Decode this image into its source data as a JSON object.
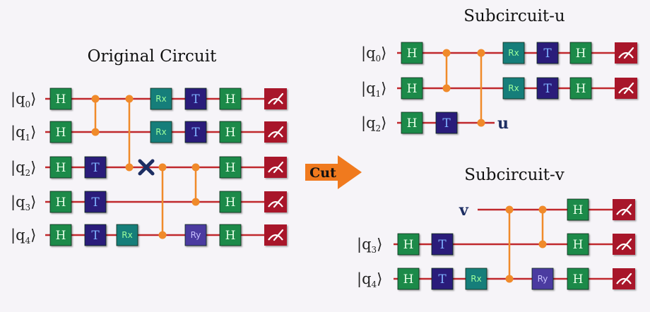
{
  "colors": {
    "wire": "#c0282d",
    "control": "#f08a2a",
    "H": "#1c8a4a",
    "T": "#2a1f7a",
    "Rx": "#167e7a",
    "Ry": "#4b3aa0",
    "measure": "#a8172c",
    "cut_arrow": "#f07a1e",
    "cut_mark": "#1d2e63"
  },
  "titles": {
    "original": "Original Circuit",
    "sub_u": "Subcircuit-u",
    "sub_v": "Subcircuit-v"
  },
  "arrow": {
    "label": "Cut"
  },
  "gate_labels": {
    "H": "H",
    "T": "T",
    "Rx": "Rx",
    "Ry": "Ry"
  },
  "circuits": [
    {
      "id": "original",
      "qubits": [
        "q0",
        "q1",
        "q2",
        "q3",
        "q4"
      ],
      "qubit_labels": [
        {
          "base": "q",
          "index": "0"
        },
        {
          "base": "q",
          "index": "1"
        },
        {
          "base": "q",
          "index": "2"
        },
        {
          "base": "q",
          "index": "3"
        },
        {
          "base": "q",
          "index": "4"
        }
      ],
      "gates": [
        {
          "type": "H",
          "qubit": 0,
          "col": 0
        },
        {
          "type": "H",
          "qubit": 1,
          "col": 0
        },
        {
          "type": "H",
          "qubit": 2,
          "col": 0
        },
        {
          "type": "H",
          "qubit": 3,
          "col": 0
        },
        {
          "type": "H",
          "qubit": 4,
          "col": 0
        },
        {
          "type": "T",
          "qubit": 2,
          "col": 1
        },
        {
          "type": "T",
          "qubit": 3,
          "col": 1
        },
        {
          "type": "T",
          "qubit": 4,
          "col": 1
        },
        {
          "type": "Rx",
          "qubit": 4,
          "col": 2
        },
        {
          "type": "CZ",
          "qubits": [
            0,
            1
          ],
          "col": 1
        },
        {
          "type": "CZ",
          "qubits": [
            0,
            2
          ],
          "col": 2
        },
        {
          "type": "Rx",
          "qubit": 0,
          "col": 3
        },
        {
          "type": "Rx",
          "qubit": 1,
          "col": 3
        },
        {
          "type": "CUT",
          "qubit": 2,
          "col": 3
        },
        {
          "type": "CZ",
          "qubits": [
            2,
            4
          ],
          "col": 4
        },
        {
          "type": "T",
          "qubit": 0,
          "col": 4
        },
        {
          "type": "T",
          "qubit": 1,
          "col": 4
        },
        {
          "type": "CZ",
          "qubits": [
            2,
            3
          ],
          "col": 5
        },
        {
          "type": "Ry",
          "qubit": 4,
          "col": 5
        },
        {
          "type": "H",
          "qubit": 0,
          "col": 6
        },
        {
          "type": "H",
          "qubit": 1,
          "col": 6
        },
        {
          "type": "H",
          "qubit": 2,
          "col": 6
        },
        {
          "type": "H",
          "qubit": 3,
          "col": 6
        },
        {
          "type": "H",
          "qubit": 4,
          "col": 6
        },
        {
          "type": "M",
          "qubit": 0,
          "col": 7
        },
        {
          "type": "M",
          "qubit": 1,
          "col": 7
        },
        {
          "type": "M",
          "qubit": 2,
          "col": 7
        },
        {
          "type": "M",
          "qubit": 3,
          "col": 7
        },
        {
          "type": "M",
          "qubit": 4,
          "col": 7
        }
      ]
    },
    {
      "id": "sub_u",
      "qubits": [
        "q0",
        "q1",
        "q2"
      ],
      "qubit_labels": [
        {
          "base": "q",
          "index": "0"
        },
        {
          "base": "q",
          "index": "1"
        },
        {
          "base": "q",
          "index": "2"
        }
      ],
      "wire_end_label": {
        "qubit": 2,
        "text": "u"
      },
      "gates": [
        {
          "type": "H",
          "qubit": 0,
          "col": 0
        },
        {
          "type": "H",
          "qubit": 1,
          "col": 0
        },
        {
          "type": "H",
          "qubit": 2,
          "col": 0
        },
        {
          "type": "T",
          "qubit": 2,
          "col": 1
        },
        {
          "type": "CZ",
          "qubits": [
            0,
            1
          ],
          "col": 1
        },
        {
          "type": "CZ",
          "qubits": [
            0,
            2
          ],
          "col": 2
        },
        {
          "type": "Rx",
          "qubit": 0,
          "col": 3
        },
        {
          "type": "Rx",
          "qubit": 1,
          "col": 3
        },
        {
          "type": "T",
          "qubit": 0,
          "col": 4
        },
        {
          "type": "T",
          "qubit": 1,
          "col": 4
        },
        {
          "type": "H",
          "qubit": 0,
          "col": 5
        },
        {
          "type": "H",
          "qubit": 1,
          "col": 5
        },
        {
          "type": "M",
          "qubit": 0,
          "col": 6
        },
        {
          "type": "M",
          "qubit": 1,
          "col": 6
        }
      ]
    },
    {
      "id": "sub_v",
      "qubits": [
        "v",
        "q3",
        "q4"
      ],
      "qubit_labels": [
        {
          "base": "",
          "index": ""
        },
        {
          "base": "q",
          "index": "3"
        },
        {
          "base": "q",
          "index": "4"
        }
      ],
      "wire_start_label": {
        "qubit": 0,
        "text": "v"
      },
      "gates": [
        {
          "type": "H",
          "qubit": 1,
          "col": 0
        },
        {
          "type": "H",
          "qubit": 2,
          "col": 0
        },
        {
          "type": "T",
          "qubit": 1,
          "col": 1
        },
        {
          "type": "T",
          "qubit": 2,
          "col": 1
        },
        {
          "type": "Rx",
          "qubit": 2,
          "col": 2
        },
        {
          "type": "CZ",
          "qubits": [
            0,
            2
          ],
          "col": 3
        },
        {
          "type": "CZ",
          "qubits": [
            0,
            1
          ],
          "col": 4
        },
        {
          "type": "Ry",
          "qubit": 2,
          "col": 4
        },
        {
          "type": "H",
          "qubit": 0,
          "col": 5
        },
        {
          "type": "H",
          "qubit": 1,
          "col": 5
        },
        {
          "type": "H",
          "qubit": 2,
          "col": 5
        },
        {
          "type": "M",
          "qubit": 0,
          "col": 6
        },
        {
          "type": "M",
          "qubit": 1,
          "col": 6
        },
        {
          "type": "M",
          "qubit": 2,
          "col": 6
        }
      ]
    }
  ]
}
